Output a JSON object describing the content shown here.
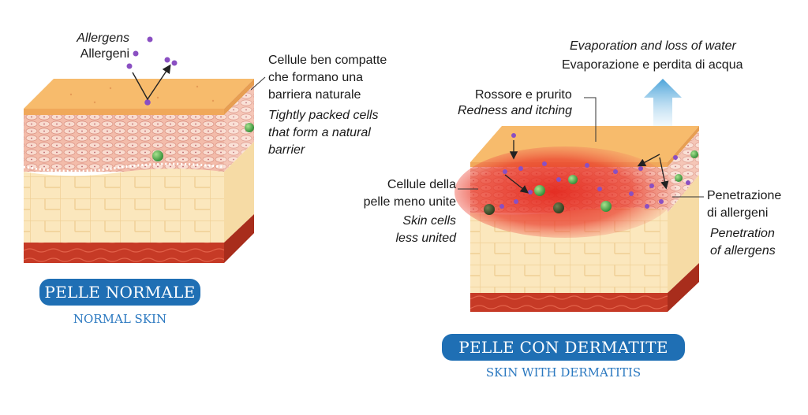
{
  "normal": {
    "allergens_en": "Allergens",
    "allergens_it": "Allergeni",
    "packed_it": [
      "Cellule ben compatte",
      "che formano una",
      "barriera naturale"
    ],
    "packed_en": [
      "Tightly packed cells",
      "that form a natural",
      "barrier"
    ],
    "badge": "PELLE NORMALE",
    "subtitle": "NORMAL SKIN"
  },
  "dermatitis": {
    "evap_en": "Evaporation and loss of water",
    "evap_it": "Evaporazione e perdita di acqua",
    "redness_it": "Rossore e prurito",
    "redness_en": "Redness and itching",
    "cells_it": [
      "Cellule della",
      "pelle meno unite"
    ],
    "cells_en": [
      "Skin cells",
      "less united"
    ],
    "penetration_it": [
      "Penetrazione",
      "di allergeni"
    ],
    "penetration_en": [
      "Penetration",
      "of allergens"
    ],
    "badge": "PELLE CON DERMATITE",
    "subtitle": "SKIN WITH DERMATITIS"
  },
  "colors": {
    "surface": "#f6b968",
    "epidermis": "#f2b9a6",
    "dermis": "#fbe6b8",
    "blood": "#c63a26",
    "allergen": "#8a4fc2",
    "inflammation": "#e8402c",
    "badge": "#1f6fb4"
  }
}
